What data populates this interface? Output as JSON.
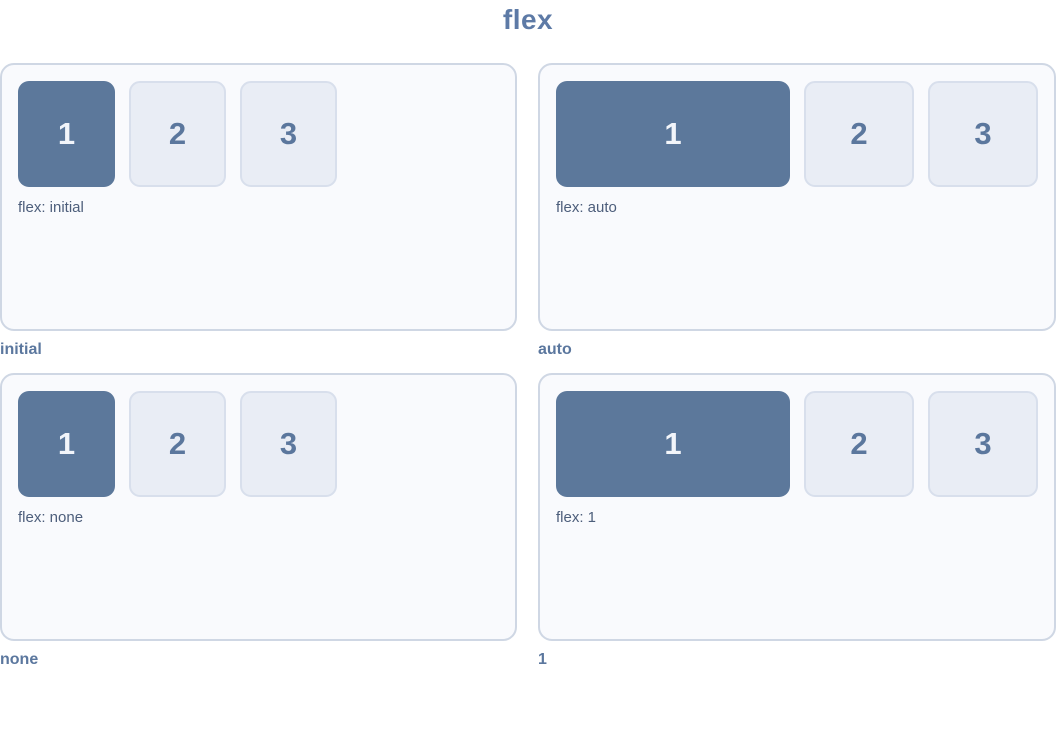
{
  "title": "flex",
  "panels": [
    {
      "caption": "initial",
      "label": "flex: initial",
      "items": [
        "1",
        "2",
        "3"
      ]
    },
    {
      "caption": "auto",
      "label": "flex: auto",
      "items": [
        "1",
        "2",
        "3"
      ]
    },
    {
      "caption": "none",
      "label": "flex: none",
      "items": [
        "1",
        "2",
        "3"
      ]
    },
    {
      "caption": "1",
      "label": "flex: 1",
      "items": [
        "1",
        "2",
        "3"
      ]
    }
  ],
  "colors": {
    "accent_slate": "#5c789b",
    "light_item_bg": "#e9edf5",
    "light_item_border": "#d8dfec",
    "panel_bg": "#f9fafd",
    "panel_border": "#cfd7e4",
    "title_text": "#5d7aa6",
    "label_text": "#4d5e7b",
    "caption_text": "#5b779e",
    "item_number_light": "#f2f5fa"
  }
}
